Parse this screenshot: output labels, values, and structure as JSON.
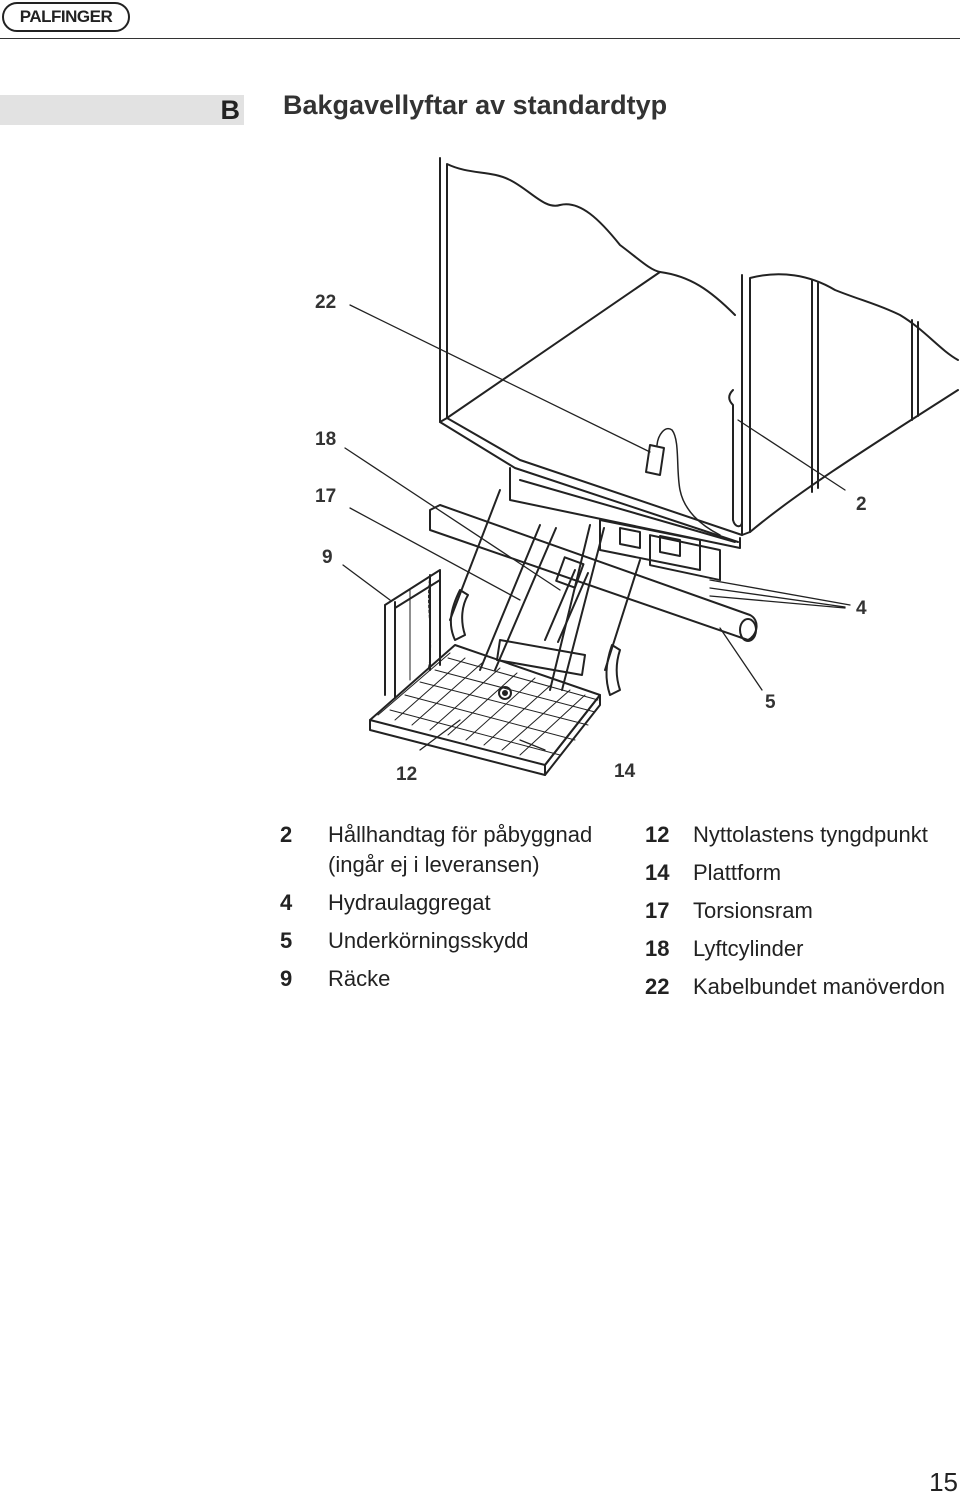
{
  "header": {
    "brand": "PALFINGER"
  },
  "section": {
    "letter": "B",
    "title": "Bakgavellyftar av standardtyp"
  },
  "figure": {
    "callouts": {
      "c22": "22",
      "c18": "18",
      "c17": "17",
      "c9": "9",
      "c2": "2",
      "c4": "4",
      "c5": "5",
      "c12": "12",
      "c14": "14"
    }
  },
  "legend": {
    "left": [
      {
        "num": "2",
        "text": "Hållhandtag för påbyggnad (ingår ej i leveransen)"
      },
      {
        "num": "4",
        "text": "Hydraulaggregat"
      },
      {
        "num": "5",
        "text": "Underkörningsskydd"
      },
      {
        "num": "9",
        "text": "Räcke"
      }
    ],
    "right": [
      {
        "num": "12",
        "text": "Nyttolastens tyngdpunkt"
      },
      {
        "num": "14",
        "text": "Plattform"
      },
      {
        "num": "17",
        "text": "Torsionsram"
      },
      {
        "num": "18",
        "text": "Lyftcylinder"
      },
      {
        "num": "22",
        "text": "Kabelbundet manöverdon"
      }
    ]
  },
  "footer": {
    "page_number": "15"
  }
}
